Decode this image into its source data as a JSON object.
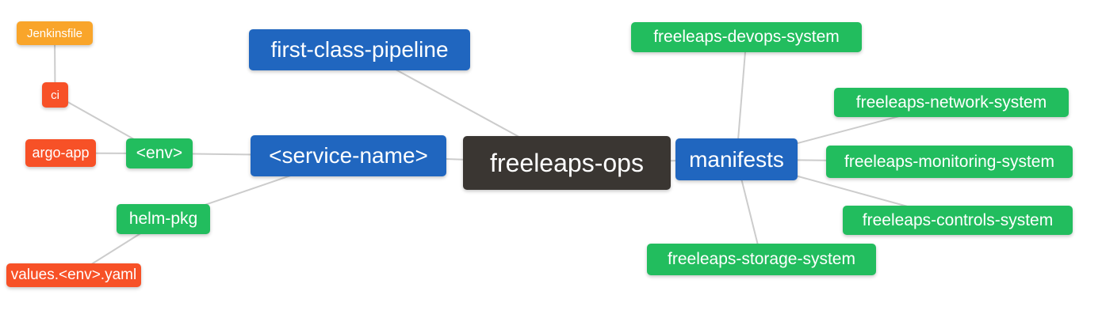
{
  "diagram": {
    "type": "mindmap",
    "background": "#ffffff",
    "colors": {
      "root_node": "#3a3632",
      "branch_node": "#2066bf",
      "leaf_node": "#22bd5e",
      "file_node": "#f75127",
      "jenkinsfile_node": "#f9a52a",
      "edge": "#cccccc",
      "node_text": "#ffffff"
    },
    "nodes": {
      "root": {
        "label": "freeleaps-ops",
        "color": "#3a3632"
      },
      "first_class_pipeline": {
        "label": "first-class-pipeline",
        "color": "#2066bf"
      },
      "service_name": {
        "label": "<service-name>",
        "color": "#2066bf"
      },
      "manifests": {
        "label": "manifests",
        "color": "#2066bf"
      },
      "env": {
        "label": "<env>",
        "color": "#22bd5e"
      },
      "helm_pkg": {
        "label": "helm-pkg",
        "color": "#22bd5e"
      },
      "argo_app": {
        "label": "argo-app",
        "color": "#f75127"
      },
      "ci": {
        "label": "ci",
        "color": "#f75127"
      },
      "jenkinsfile": {
        "label": "Jenkinsfile",
        "color": "#f9a52a"
      },
      "values_env_yaml": {
        "label": "values.<env>.yaml",
        "color": "#f75127"
      },
      "devops_system": {
        "label": "freeleaps-devops-system",
        "color": "#22bd5e"
      },
      "network_system": {
        "label": "freeleaps-network-system",
        "color": "#22bd5e"
      },
      "monitoring_system": {
        "label": "freeleaps-monitoring-system",
        "color": "#22bd5e"
      },
      "controls_system": {
        "label": "freeleaps-controls-system",
        "color": "#22bd5e"
      },
      "storage_system": {
        "label": "freeleaps-storage-system",
        "color": "#22bd5e"
      }
    },
    "edges": [
      {
        "from": "freeleaps-ops",
        "to": "first-class-pipeline"
      },
      {
        "from": "freeleaps-ops",
        "to": "<service-name>"
      },
      {
        "from": "freeleaps-ops",
        "to": "manifests"
      },
      {
        "from": "<service-name>",
        "to": "<env>"
      },
      {
        "from": "<service-name>",
        "to": "helm-pkg"
      },
      {
        "from": "<env>",
        "to": "argo-app"
      },
      {
        "from": "<env>",
        "to": "ci"
      },
      {
        "from": "ci",
        "to": "Jenkinsfile"
      },
      {
        "from": "helm-pkg",
        "to": "values.<env>.yaml"
      },
      {
        "from": "manifests",
        "to": "freeleaps-devops-system"
      },
      {
        "from": "manifests",
        "to": "freeleaps-network-system"
      },
      {
        "from": "manifests",
        "to": "freeleaps-monitoring-system"
      },
      {
        "from": "manifests",
        "to": "freeleaps-controls-system"
      },
      {
        "from": "manifests",
        "to": "freeleaps-storage-system"
      }
    ]
  }
}
